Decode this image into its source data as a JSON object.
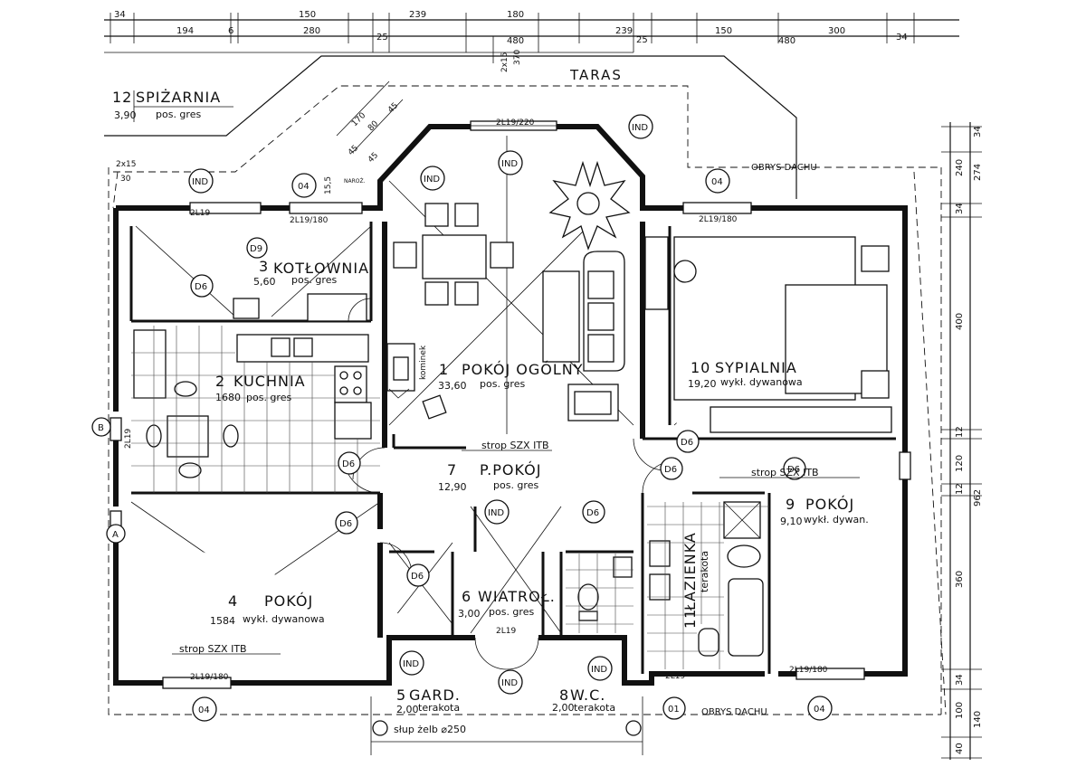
{
  "top_dims_row1": [
    "34",
    "194",
    "6",
    "150",
    "280",
    "239",
    "25",
    "180",
    "480",
    "239",
    "25",
    "150",
    "300",
    "480",
    "34"
  ],
  "top_dims_small": [
    "2x15",
    "370",
    "25",
    "25"
  ],
  "right_dims_outer": [
    "34",
    "274",
    "962",
    "140"
  ],
  "right_dims_inner": [
    "240",
    "34",
    "400",
    "12",
    "120",
    "12",
    "360",
    "34",
    "100",
    "40"
  ],
  "terrace": "TARAS",
  "roof_outline_top": "OBRYS DACHU",
  "roof_outline_bottom": "OBRYS DACHU",
  "column_note": "słup żelb ⌀250",
  "window_dims": [
    "170",
    "80",
    "45",
    "45",
    "45",
    "15,5",
    "2x15",
    "30"
  ],
  "naroz": "NAROŻ.",
  "grid_axis_left": "B",
  "grid_axis_left2": "A",
  "marks": {
    "ind": "IND",
    "o4": "04",
    "d6": "D6",
    "d9": "D9",
    "o1": "01",
    "lintels": [
      "2L19/180",
      "2L19/220",
      "2L19",
      "2L19/180",
      "2L19",
      "2L19",
      "2L19/180",
      "2L19/180",
      "2L19/180",
      "2L19"
    ]
  },
  "rooms": [
    {
      "num": "1",
      "name": "POKÓJ OGÓLNY",
      "area": "33,60",
      "floor": "pos. gres"
    },
    {
      "num": "2",
      "name": "KUCHNIA",
      "area": "1680",
      "floor": "pos. gres"
    },
    {
      "num": "3",
      "name": "KOTŁOWNIA",
      "area": "5,60",
      "floor": "pos. gres"
    },
    {
      "num": "4",
      "name": "POKÓJ",
      "area": "1584",
      "floor": "wykł. dywanowa"
    },
    {
      "num": "5",
      "name": "GARD.",
      "area": "2,00",
      "floor": "terakota"
    },
    {
      "num": "6",
      "name": "WIATROŁ.",
      "area": "3,00",
      "floor": "pos. gres"
    },
    {
      "num": "7",
      "name": "P.POKÓJ",
      "area": "12,90",
      "floor": "pos. gres"
    },
    {
      "num": "8",
      "name": "W.C.",
      "area": "2,00",
      "floor": "terakota"
    },
    {
      "num": "9",
      "name": "POKÓJ",
      "area": "9,10",
      "floor": "wykł. dywan."
    },
    {
      "num": "10",
      "name": "SYPIALNIA",
      "area": "19,20",
      "floor": "wykł. dywanowa"
    },
    {
      "num": "11",
      "name": "ŁAZIENKA",
      "area": "",
      "floor": "terakota"
    },
    {
      "num": "12",
      "name": "SPIŻARNIA",
      "area": "3,90",
      "floor": "pos. gres"
    }
  ],
  "ceiling_notes": [
    "strop SZX ITB",
    "strop SZX ITB",
    "strop SZX ITB"
  ],
  "fireplace": "kominek"
}
